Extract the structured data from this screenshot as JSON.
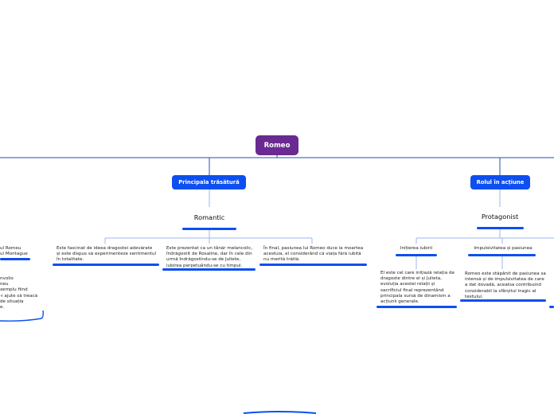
{
  "map": {
    "root": "Romeo",
    "left_edge": {
      "leaf_lines": [
        "ul Romeu",
        "ui Montague"
      ],
      "desc_lines": [
        "nvolio",
        "neu",
        "xemplu fiind",
        "-i ajute să treacă",
        "de situația",
        "e."
      ]
    },
    "trasaturi": {
      "title": "Principala trăsătură",
      "child": "Romantic",
      "items": [
        "Este fascinat de ideea dragostei adevărate și este dispus să experimenteze sentimentul în totalitate.",
        "Este prezentat ca un tânăr melancolic, îndrăgostit de Rosaline, dar în cele din urmă îndrăgostindu-se de Juliete, iubirea perpetuându-se cu timpul.",
        "În final, pasiunea lui Romeo duce la moartea acestuia, el considerând că viața fără iubită nu merită trăită."
      ]
    },
    "rol": {
      "title": "Rolul în acțiune",
      "child": "Protagonist",
      "items": [
        {
          "title": "Inițierea iubirii",
          "text": "El este cel care inițiază relația de dragoste dintre el și Julieta, evoluția acestei relații și sacrificiul final reprezentând principala sursă de dinamism a acțiunii generale."
        },
        {
          "title": "Impulsivitatea și pasiunea",
          "text": "Romeo este stăpânit de pasiunea sa intensă și de impulsivitatea de care a dat dovadă, aceatsa contribuind considerabil la sfârșitul tragic al textului."
        }
      ]
    }
  }
}
